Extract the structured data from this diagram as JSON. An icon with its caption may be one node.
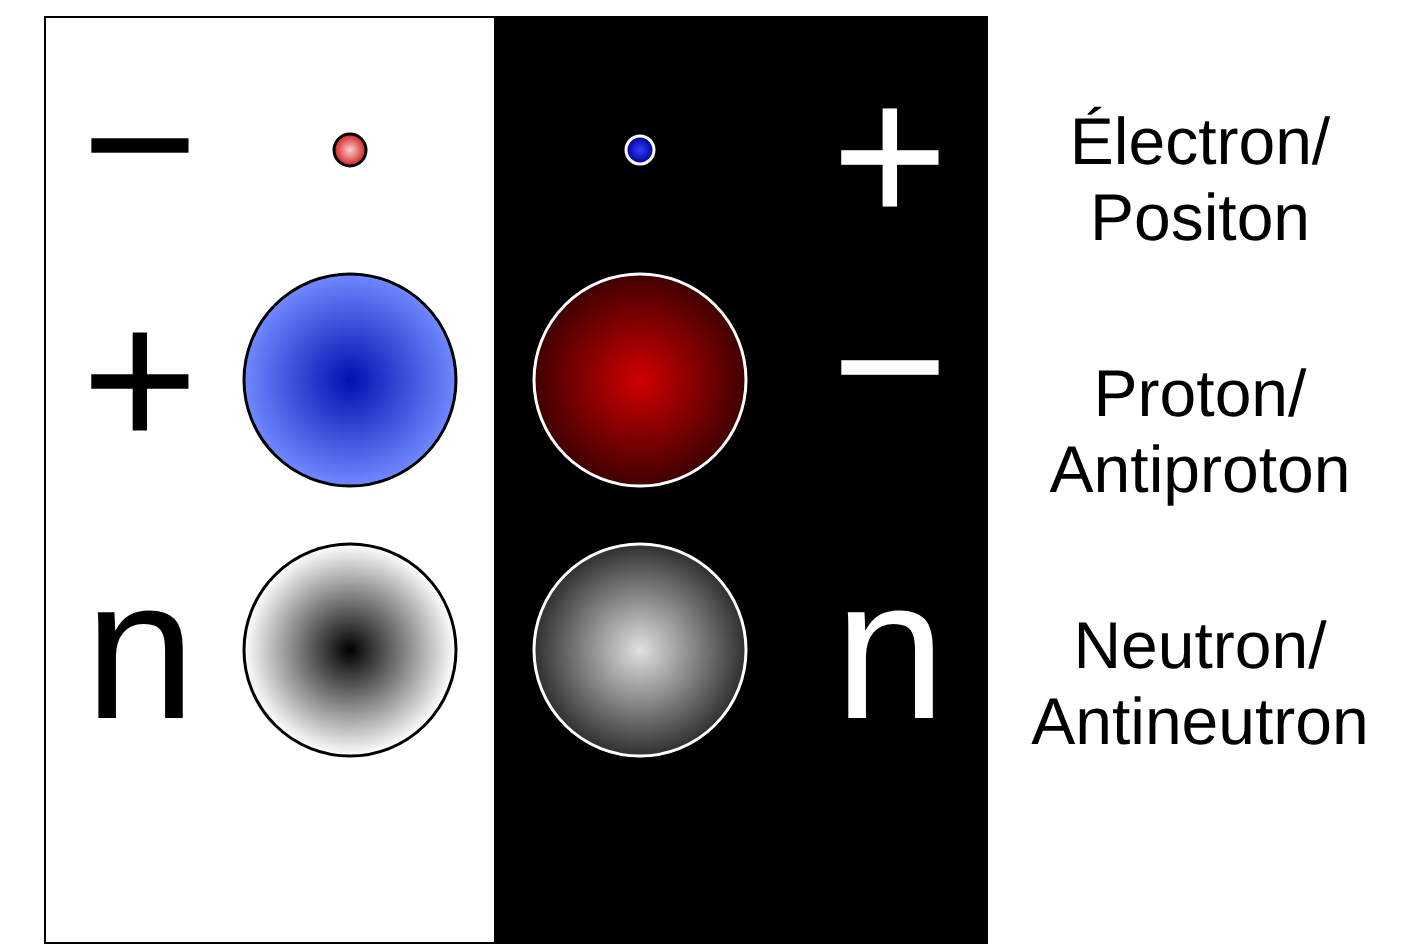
{
  "diagram": {
    "labels": [
      "−",
      "+",
      "Électron/ Positon",
      "+",
      "−",
      "Proton/ Antiproton",
      "n",
      "n",
      "Neutron/ Antineutron"
    ]
  }
}
